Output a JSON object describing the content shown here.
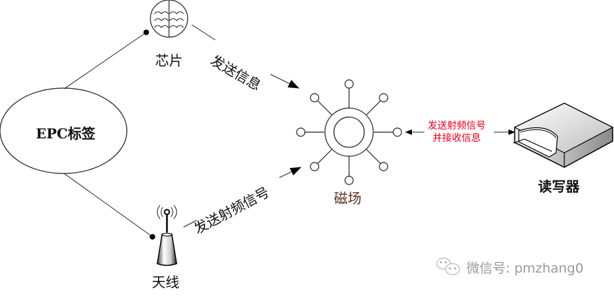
{
  "diagram": {
    "nodes": {
      "epc_tag": {
        "label": "EPC标签"
      },
      "chip": {
        "label": "芯片"
      },
      "antenna": {
        "label": "天线"
      },
      "magnetic_field": {
        "label": "磁场"
      },
      "reader": {
        "label": "读写器"
      }
    },
    "edges": {
      "chip_to_field": {
        "label": "发送信息"
      },
      "antenna_to_field": {
        "label": "发送射频信号"
      },
      "field_reader": {
        "line1": "发送射频信号",
        "line2": "并接收信息"
      }
    },
    "colors": {
      "line": "#222222",
      "bidirectional_label": "#e0001b",
      "field_label": "#5a3020",
      "watermark": "#9a9a9a"
    }
  },
  "watermark": {
    "icon": "wechat-icon",
    "text": "微信号: pmzhang0"
  }
}
